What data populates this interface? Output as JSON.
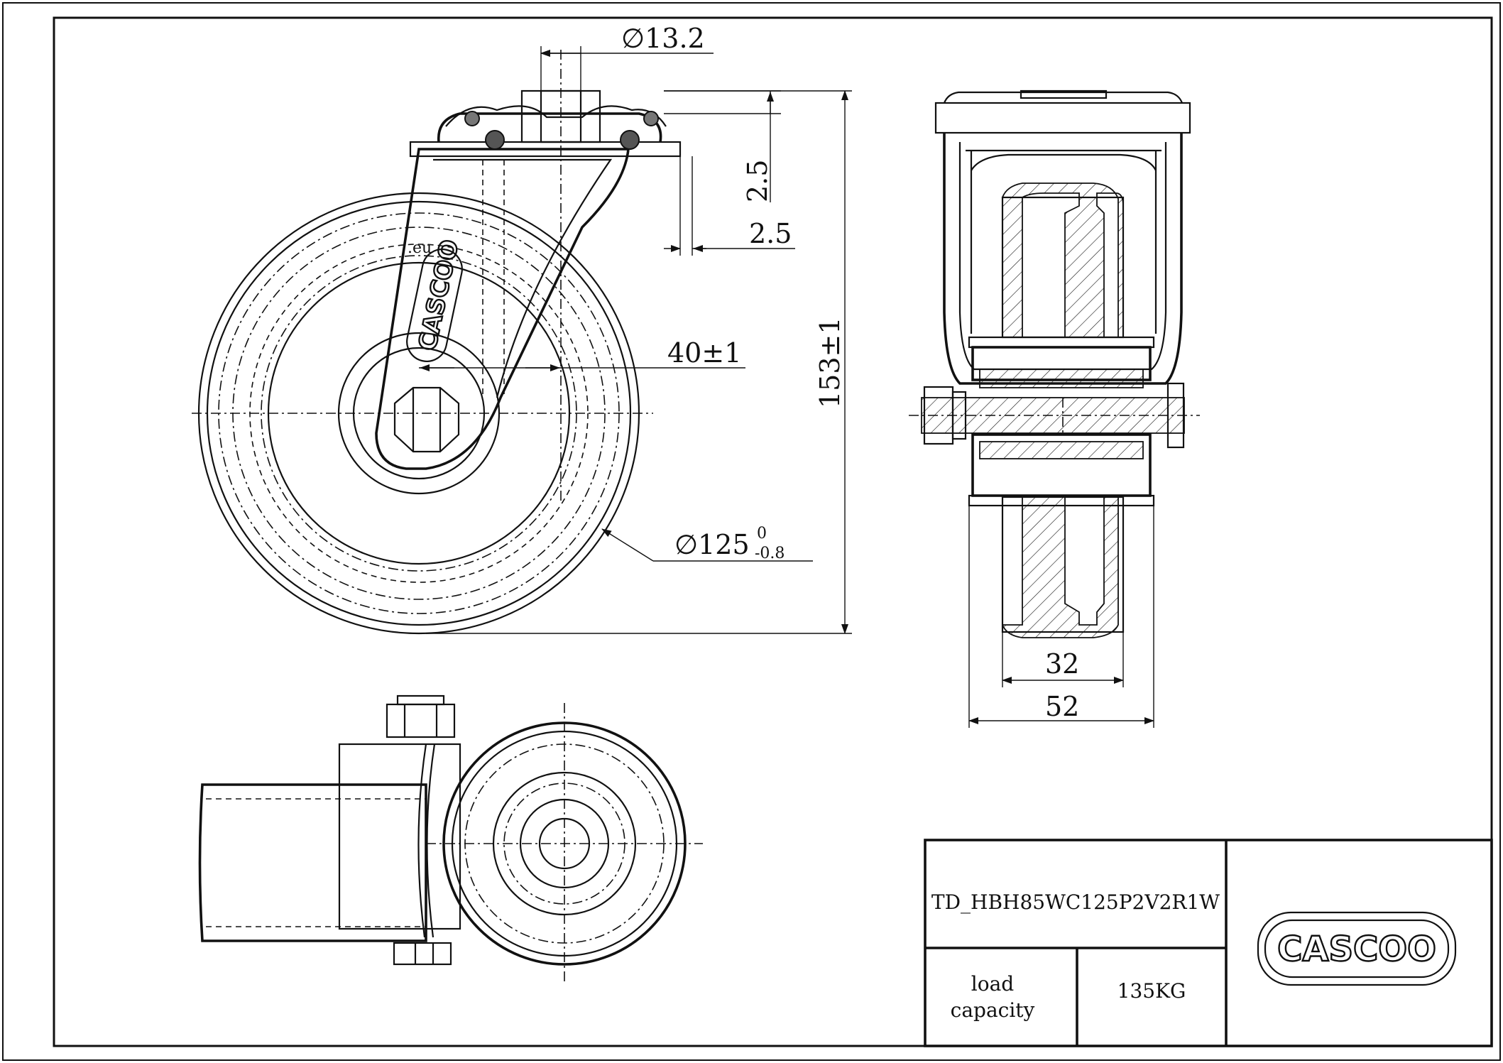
{
  "dimensions": {
    "stem_diameter": "∅13.2",
    "offset_top": "2.5",
    "offset_side": "2.5",
    "swivel_offset": "40±1",
    "overall_height": "153±1",
    "wheel_diameter": "∅125",
    "wheel_tol_upper": "0",
    "wheel_tol_lower": "-0.8",
    "hub_width": "32",
    "overall_width": "52"
  },
  "title_block": {
    "part_number": "TD_HBH85WC125P2V2R1W",
    "load_label_line1": "load",
    "load_label_line2": "capacity",
    "load_value": "135KG",
    "brand_logo": "CASCOO"
  },
  "fork_brand_mark": "CASCOO",
  "fork_suffix": ".eu"
}
